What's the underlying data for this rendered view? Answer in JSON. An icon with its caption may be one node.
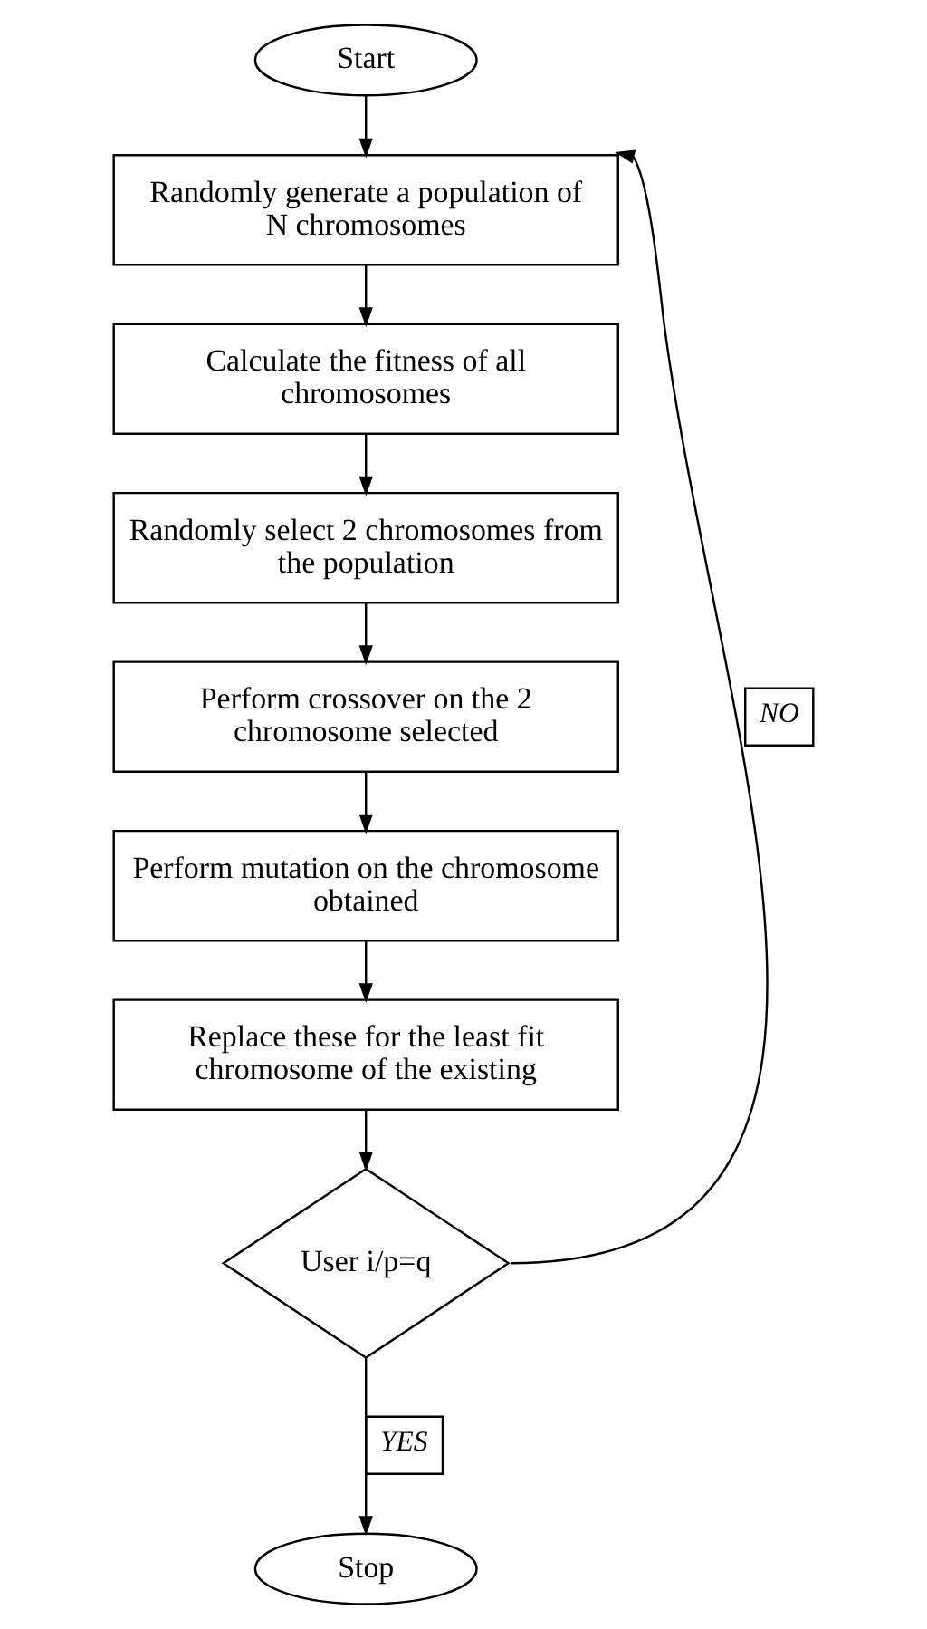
{
  "diagram": {
    "nodes": [
      {
        "text": [
          "Start"
        ]
      },
      {
        "text": [
          "Randomly generate a population of N chromosomes"
        ]
      },
      {
        "text": [
          "Calculate the fitness of all chromosomes"
        ]
      },
      {
        "text": [
          "Randomly select 2 chromosomes from the population"
        ]
      },
      {
        "text": [
          "Perform crossover on the 2 chromosome selected"
        ]
      },
      {
        "text": [
          "Perform mutation on the chromosome obtained"
        ]
      },
      {
        "text": [
          "Replace these for the least fit chromosome of the existing"
        ]
      },
      {
        "text": [
          "User i/p=q"
        ]
      },
      {
        "text": [
          "Stop"
        ]
      }
    ],
    "edges": [
      {
        "from": 0,
        "to": 1,
        "arrow": "to"
      },
      {
        "from": 1,
        "to": 2,
        "arrow": "to"
      },
      {
        "from": 2,
        "to": 3,
        "arrow": "to"
      },
      {
        "from": 3,
        "to": 4,
        "arrow": "to"
      },
      {
        "from": 4,
        "to": 5,
        "arrow": "to"
      },
      {
        "from": 5,
        "to": 6,
        "arrow": "to"
      },
      {
        "from": 6,
        "to": 7,
        "arrow": "to"
      },
      {
        "from": 7,
        "to": 8,
        "arrow": "to",
        "label": "YES"
      },
      {
        "from": 7,
        "to": 1,
        "arrow": "to",
        "label": "NO"
      }
    ]
  }
}
